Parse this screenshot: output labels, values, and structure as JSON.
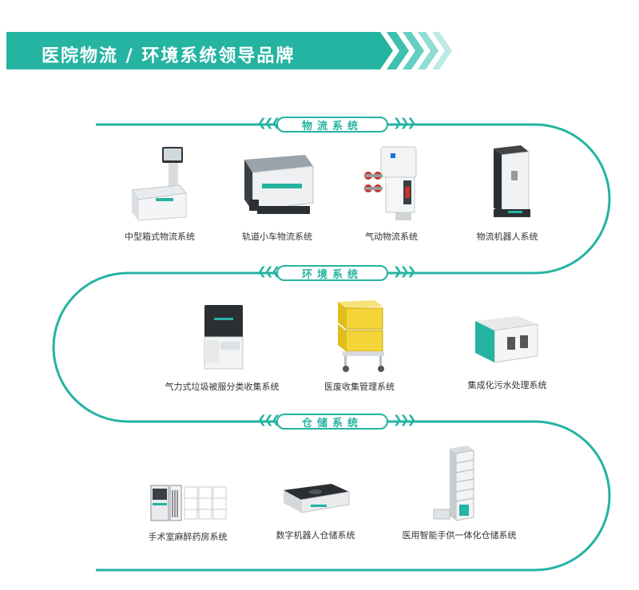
{
  "banner": {
    "title": "医院物流 / 环境系统领导品牌"
  },
  "colors": {
    "accent": "#25b3a2",
    "box_yellow": "#f3d53a",
    "dark": "#2b2f33"
  },
  "sections": [
    {
      "title": "物流系统",
      "items": [
        {
          "label": "中型箱式物流系统",
          "icon": "kiosk-station-icon"
        },
        {
          "label": "轨道小车物流系统",
          "icon": "track-cart-icon"
        },
        {
          "label": "气动物流系统",
          "icon": "pneumatic-station-icon"
        },
        {
          "label": "物流机器人系统",
          "icon": "robot-cabinet-icon"
        }
      ]
    },
    {
      "title": "环境系统",
      "items": [
        {
          "label": "气力式垃圾被服分类收集系统",
          "icon": "waste-collector-icon"
        },
        {
          "label": "医废收集管理系统",
          "icon": "yellow-bin-cart-icon"
        },
        {
          "label": "集成化污水处理系统",
          "icon": "sewage-unit-icon"
        }
      ]
    },
    {
      "title": "仓储系统",
      "items": [
        {
          "label": "手术室麻醉药房系统",
          "icon": "pharmacy-cabinet-icon"
        },
        {
          "label": "数字机器人仓储系统",
          "icon": "storage-robot-icon"
        },
        {
          "label": "医用智能手供一体化仓储系统",
          "icon": "vertical-warehouse-icon"
        }
      ]
    }
  ]
}
